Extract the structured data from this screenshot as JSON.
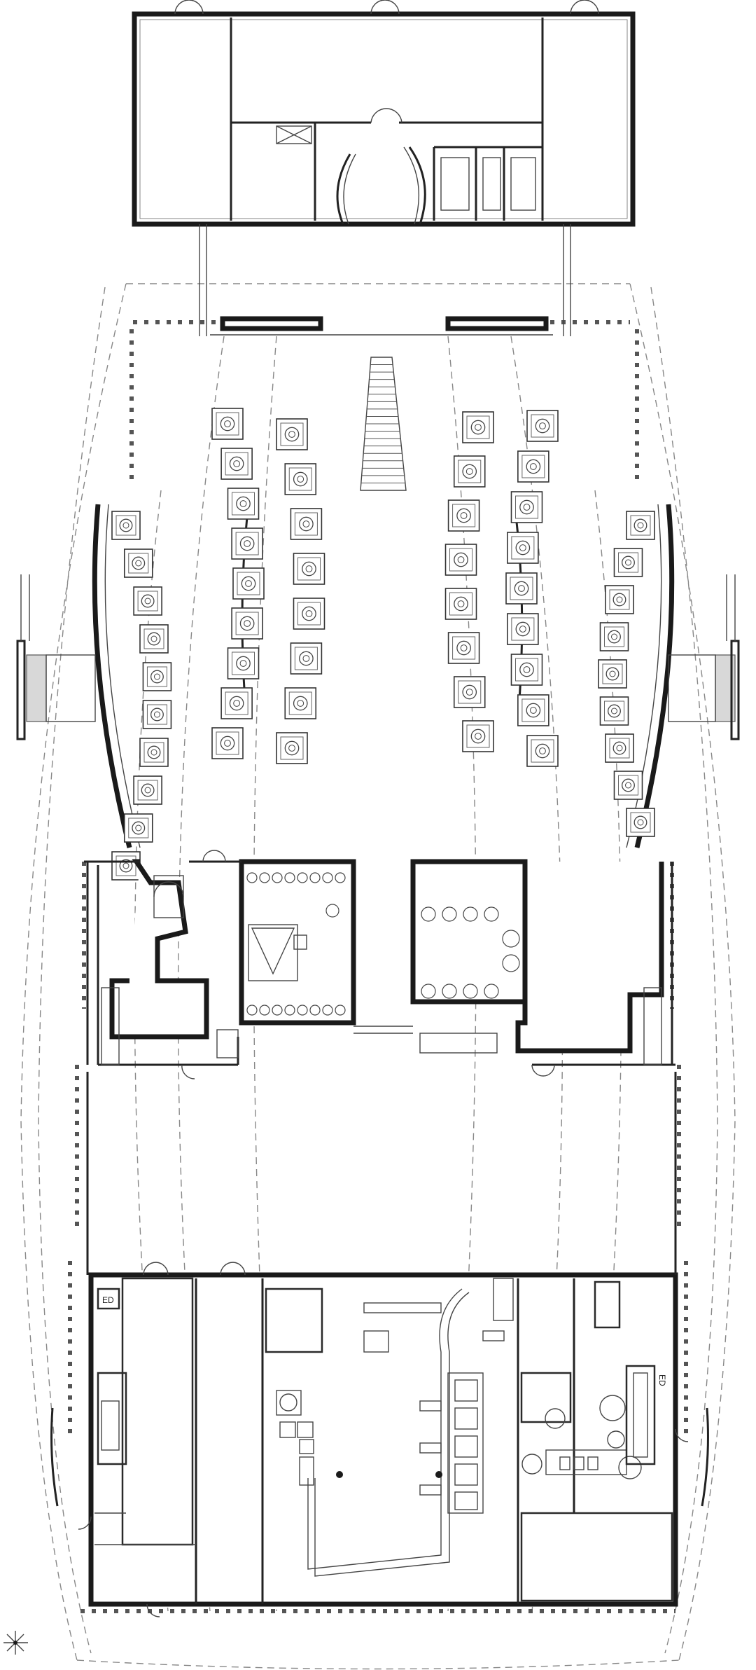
{
  "labels": {
    "ed_left": "ED",
    "ed_right": "ED"
  },
  "layout": {
    "seat_rows": [
      {
        "name": "left-outer",
        "count": 10
      },
      {
        "name": "left-inner-a",
        "count": 9
      },
      {
        "name": "left-inner-b",
        "count": 8
      },
      {
        "name": "right-inner-a",
        "count": 8
      },
      {
        "name": "right-inner-b",
        "count": 9
      },
      {
        "name": "right-outer",
        "count": 9
      }
    ],
    "stair_steps": 18
  },
  "colors": {
    "wall": "#1a1a1a",
    "line": "#444444",
    "dashed": "#888888",
    "background": "#ffffff"
  }
}
